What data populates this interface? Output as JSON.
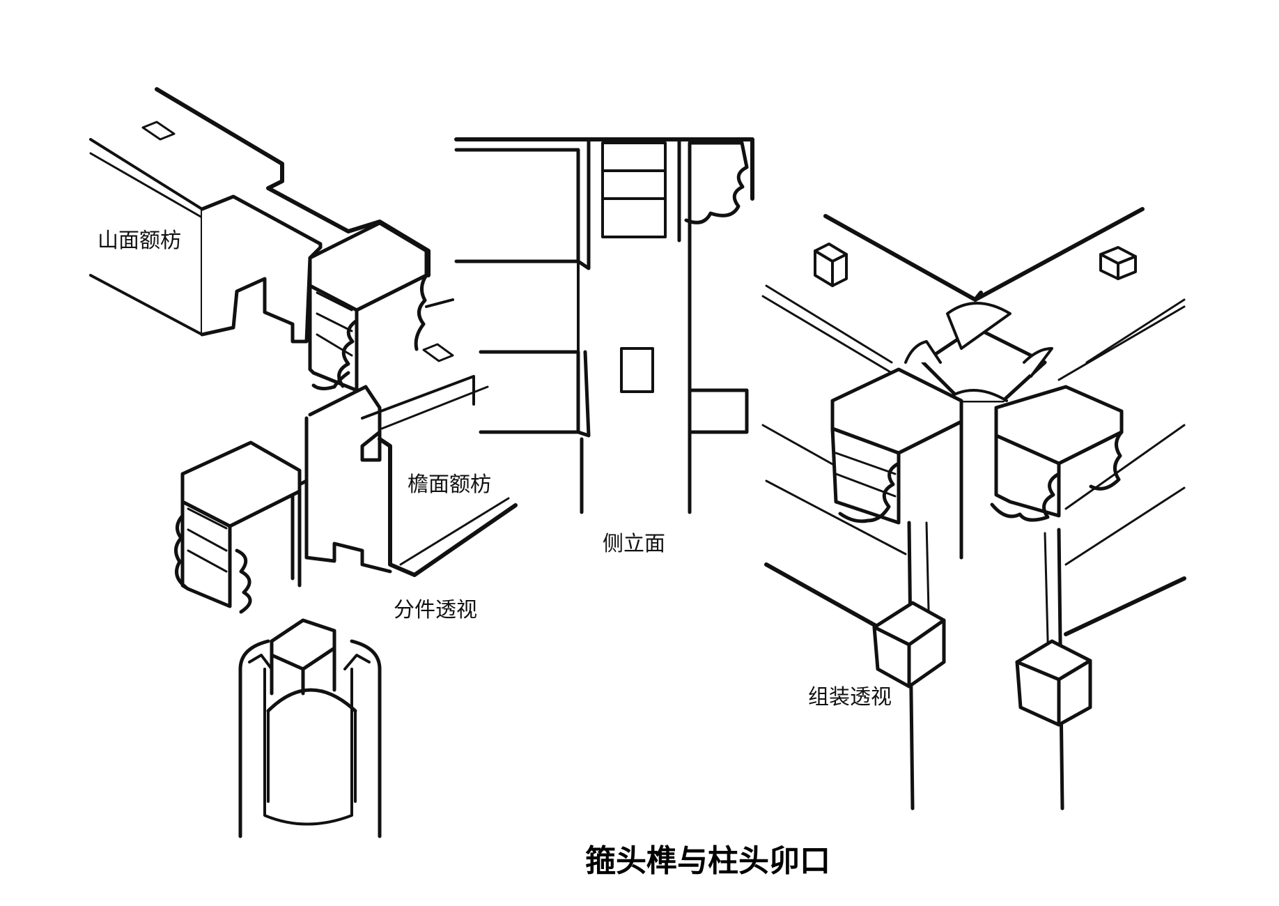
{
  "title": "箍头榫与柱头卯口",
  "labels": {
    "gable_beam": "山面额枋",
    "eave_beam": "檐面额枋",
    "parts_perspective": "分件透视",
    "side_elevation": "侧立面",
    "assembled_perspective": "组装透视"
  },
  "colors": {
    "ink": "#111111",
    "paper": "#ffffff"
  }
}
